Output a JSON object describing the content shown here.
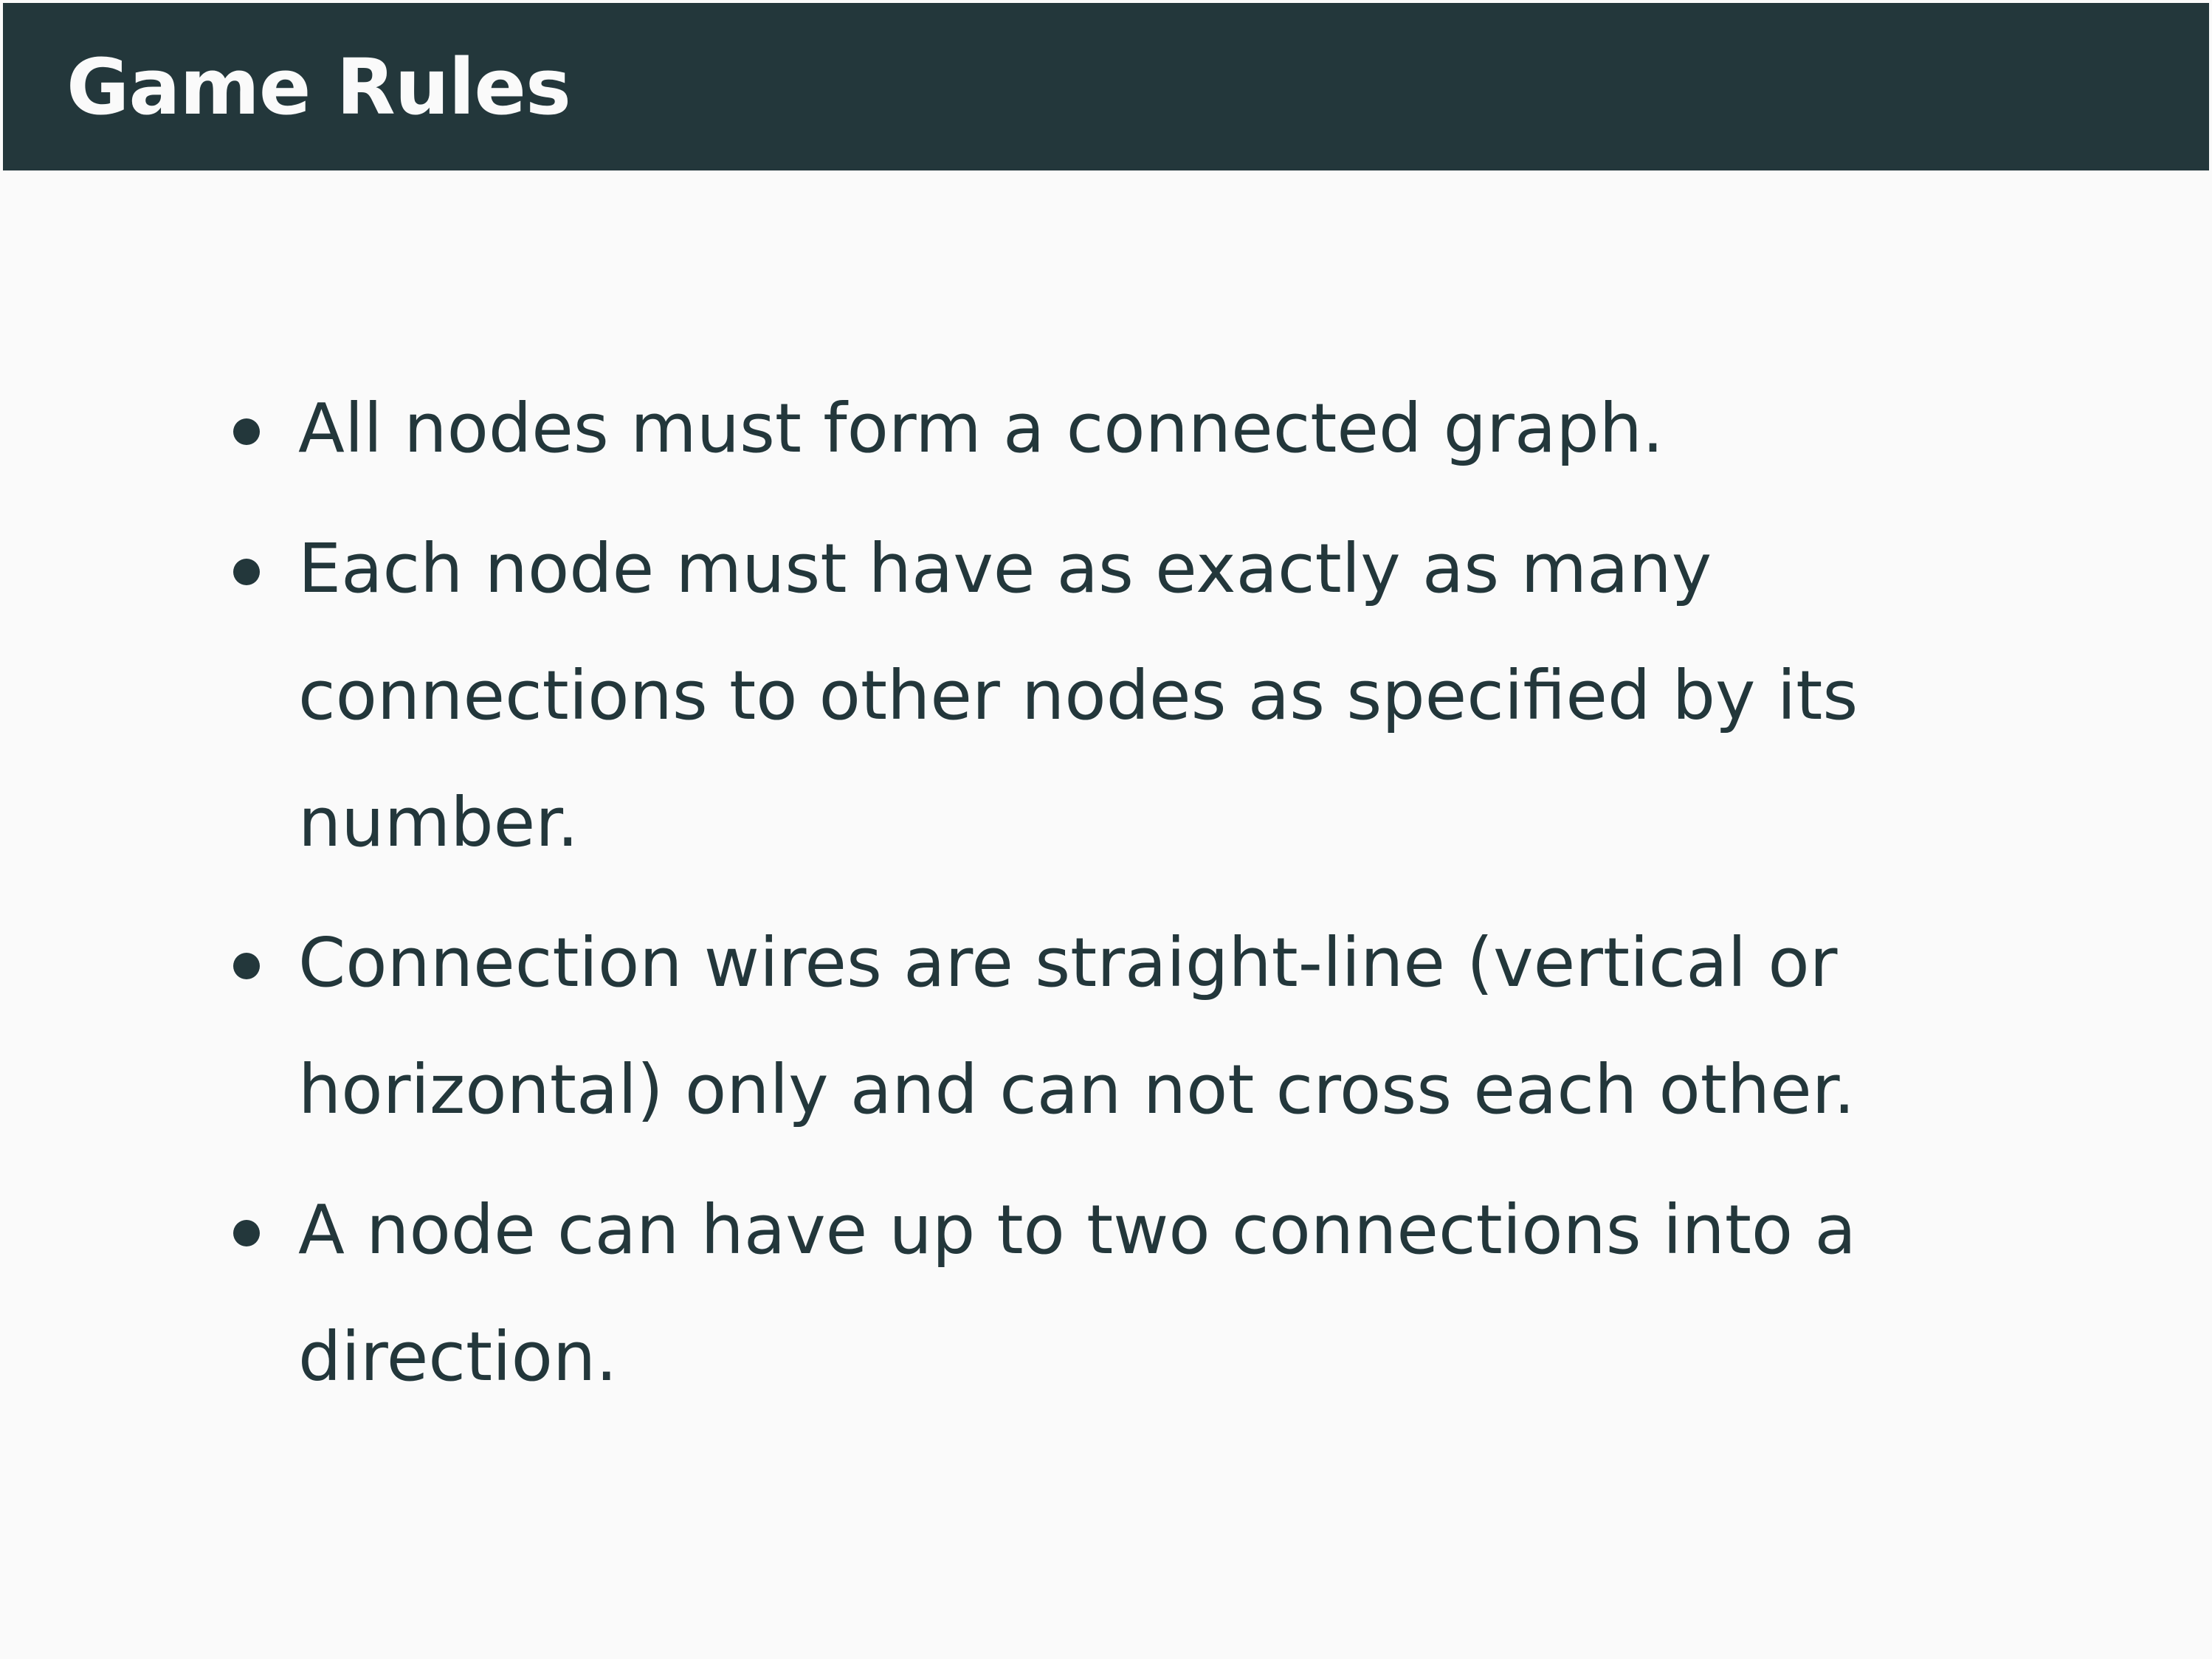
{
  "slide": {
    "title": "Game Rules",
    "rules": [
      "All nodes must form a connected graph.",
      "Each node must have as exactly as many connections to other nodes as specified by its number.",
      "Connection wires are straight-line (vertical or horizontal) only and can not cross each other.",
      "A node can have up to two connections into a direction."
    ]
  },
  "colors": {
    "title_bar_background": "#23373b",
    "title_text": "#fafafa",
    "slide_background": "#fafafa",
    "body_text": "#23373b"
  },
  "icons": {
    "bullet": "bullet-icon"
  }
}
